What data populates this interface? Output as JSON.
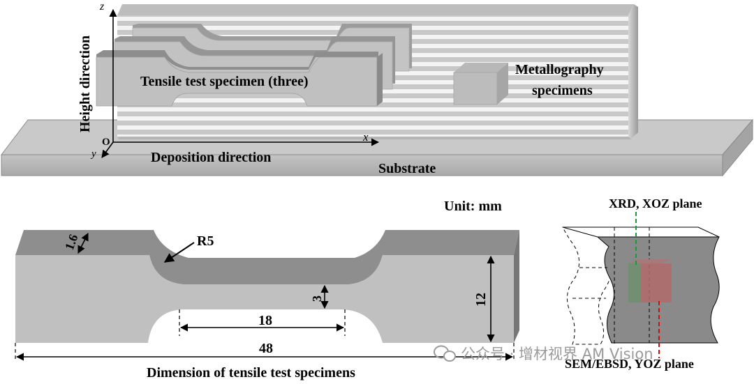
{
  "top": {
    "axis_z": "z",
    "axis_x": "x",
    "axis_y": "y",
    "origin": "O",
    "height_direction": "Height direction",
    "deposition_direction": "Deposition direction",
    "substrate": "Substrate",
    "tensile_specimen": "Tensile test specimen (three)",
    "metallography_line1": "Metallography",
    "metallography_line2": "specimens"
  },
  "bottom": {
    "unit": "Unit: mm",
    "thickness": "1.6",
    "radius": "R5",
    "gauge_width": "3",
    "gauge_length": "18",
    "height": "12",
    "total_length": "48",
    "caption": "Dimension of tensile test specimens"
  },
  "sample": {
    "xrd": "XRD, XOZ plane",
    "sem": "SEM/EBSD, YOZ plane"
  },
  "watermark": "公众号 · 增材视界 AM Vision",
  "colors": {
    "wall": "#c8c8c8",
    "stripe": "#f4f4f4",
    "substrate_top": "#c9c9c9",
    "substrate_front": "#bdbdbd",
    "specimen_face": "#c0c0c0",
    "specimen_top": "#8f8f8f",
    "xrd_line": "#1a9a3a",
    "sem_line": "#d01010",
    "sem_box": "#b06a6a"
  }
}
